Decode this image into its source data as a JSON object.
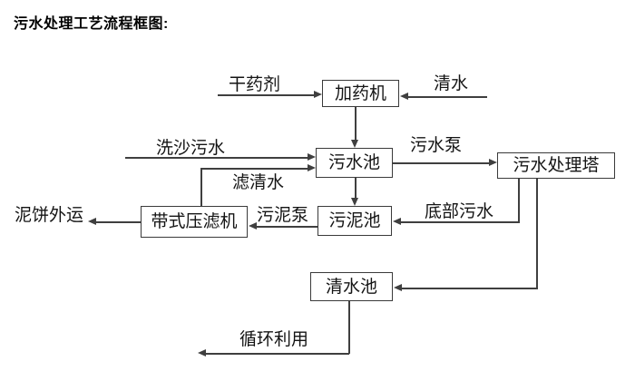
{
  "title": "污水处理工艺流程框图:",
  "nodes": {
    "dosing_machine": "加药机",
    "sewage_pool": "污水池",
    "treatment_tower": "污水处理塔",
    "sludge_pool": "污泥池",
    "belt_filter_press": "带式压滤机",
    "clear_water_pool": "清水池"
  },
  "edge_labels": {
    "dry_agent": "干药剂",
    "clean_water": "清水",
    "sand_washing_sewage": "洗沙污水",
    "filtered_clear_water": "滤清水",
    "sewage_pump": "污水泵",
    "bottom_sewage": "底部污水",
    "sludge_pump": "污泥泵",
    "mud_cake_transport": "泥饼外运",
    "recycling": "循环利用"
  },
  "edges": [
    {
      "source": "dry_agent_input",
      "target": "dosing_machine",
      "label": "干药剂"
    },
    {
      "source": "clean_water_input",
      "target": "dosing_machine",
      "label": "清水"
    },
    {
      "source": "dosing_machine",
      "target": "sewage_pool",
      "label": ""
    },
    {
      "source": "sand_washing_sewage_input",
      "target": "sewage_pool",
      "label": "洗沙污水"
    },
    {
      "source": "belt_filter_press",
      "target": "sewage_pool",
      "label": "滤清水"
    },
    {
      "source": "sewage_pool",
      "target": "treatment_tower",
      "label": "污水泵"
    },
    {
      "source": "sewage_pool",
      "target": "sludge_pool",
      "label": ""
    },
    {
      "source": "treatment_tower",
      "target": "sludge_pool",
      "label": "底部污水"
    },
    {
      "source": "sludge_pool",
      "target": "belt_filter_press",
      "label": "污泥泵"
    },
    {
      "source": "belt_filter_press",
      "target": "mud_cake_output",
      "label": "泥饼外运"
    },
    {
      "source": "treatment_tower",
      "target": "clear_water_pool",
      "label": ""
    },
    {
      "source": "clear_water_pool",
      "target": "recycling_output",
      "label": "循环利用"
    }
  ],
  "colors": {
    "line": "#3f3f3f",
    "text": "#000000",
    "background": "#ffffff"
  }
}
